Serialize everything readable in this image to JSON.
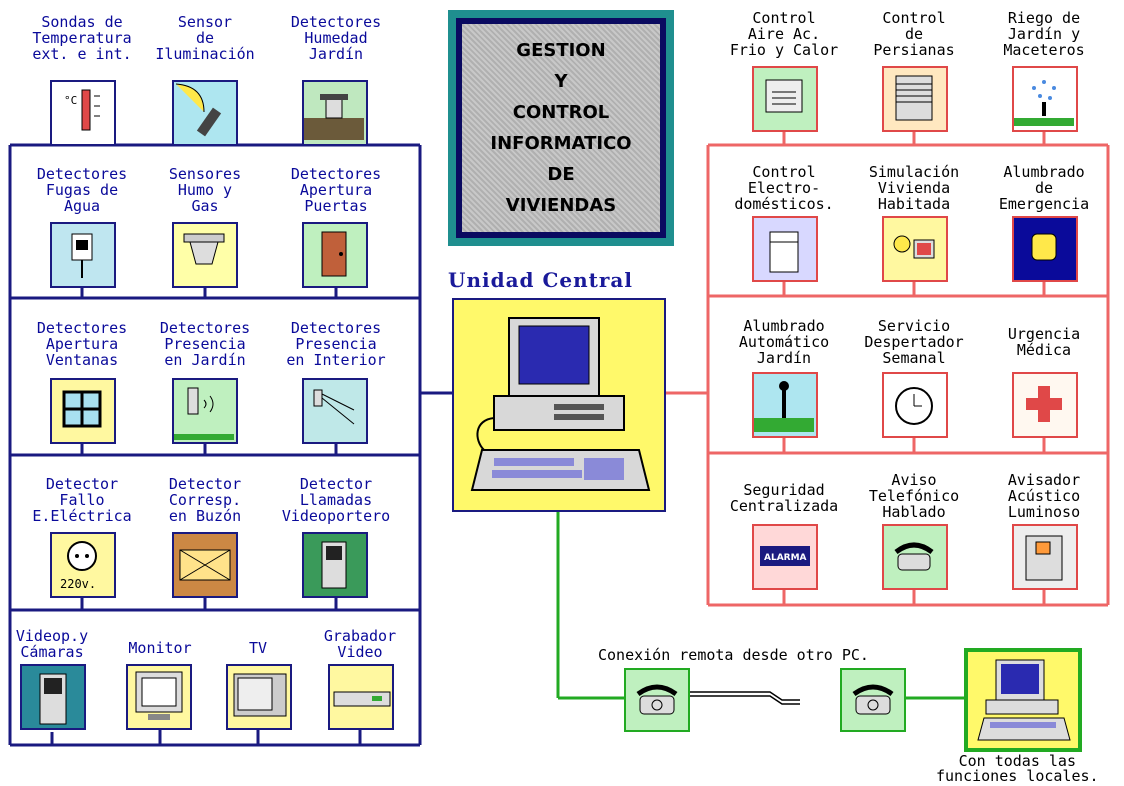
{
  "title": {
    "line1": "GESTION",
    "line2": "Y",
    "line3": "CONTROL",
    "line4": "INFORMATICO",
    "line5": "DE",
    "line6": "VIVIENDAS"
  },
  "central_label": "Unidad Central",
  "sensors": [
    {
      "id": "temp",
      "label": "Sondas de\nTemperatura\next. e int.",
      "icon": "thermometer-icon"
    },
    {
      "id": "light",
      "label": "Sensor\nde\nIluminación",
      "icon": "sun-sensor-icon"
    },
    {
      "id": "humidity",
      "label": "Detectores\nHumedad\nJardín",
      "icon": "humidity-probe-icon"
    },
    {
      "id": "leak",
      "label": "Detectores\nFugas de\nAgua",
      "icon": "water-leak-icon"
    },
    {
      "id": "smoke",
      "label": "Sensores\nHumo y\nGas",
      "icon": "smoke-detector-icon"
    },
    {
      "id": "door",
      "label": "Detectores\nApertura\nPuertas",
      "icon": "door-icon"
    },
    {
      "id": "window",
      "label": "Detectores\nApertura\nVentanas",
      "icon": "window-icon"
    },
    {
      "id": "garden",
      "label": "Detectores\nPresencia\nen Jardín",
      "icon": "motion-sensor-icon"
    },
    {
      "id": "interior",
      "label": "Detectores\nPresencia\nen Interior",
      "icon": "interior-sensor-icon"
    },
    {
      "id": "power",
      "label": "Detector\nFallo\nE.Eléctrica",
      "icon": "power-outlet-icon",
      "text": "220v."
    },
    {
      "id": "mail",
      "label": "Detector\nCorresp.\nen Buzón",
      "icon": "mailbox-icon"
    },
    {
      "id": "intercom",
      "label": "Detector\nLlamadas\nVideoportero",
      "icon": "intercom-icon"
    },
    {
      "id": "cams",
      "label": "Videop.y\nCámaras",
      "icon": "camera-intercom-icon"
    },
    {
      "id": "monitor",
      "label": "Monitor",
      "icon": "monitor-icon"
    },
    {
      "id": "tv",
      "label": "TV",
      "icon": "tv-icon"
    },
    {
      "id": "vcr",
      "label": "Grabador\nVideo",
      "icon": "vcr-icon"
    }
  ],
  "controls": [
    {
      "id": "ac",
      "label": "Control\nAire Ac.\nFrio y Calor",
      "icon": "air-conditioner-icon"
    },
    {
      "id": "blinds",
      "label": "Control\nde\nPersianas",
      "icon": "blinds-icon"
    },
    {
      "id": "irrigation",
      "label": "Riego de\nJardín y\nMaceteros",
      "icon": "sprinkler-icon"
    },
    {
      "id": "appliances",
      "label": "Control\nElectro-\ndomésticos.",
      "icon": "appliance-icon"
    },
    {
      "id": "simulation",
      "label": "Simulación\nVivienda\nHabitada",
      "icon": "lamp-tv-icon"
    },
    {
      "id": "emergency",
      "label": "Alumbrado\nde\nEmergencia",
      "icon": "emergency-light-icon"
    },
    {
      "id": "gardenlight",
      "label": "Alumbrado\nAutomático\nJardín",
      "icon": "street-lamp-icon"
    },
    {
      "id": "alarmclock",
      "label": "Servicio\nDespertador\nSemanal",
      "icon": "alarm-clock-icon"
    },
    {
      "id": "medical",
      "label": "Urgencia\nMédica",
      "icon": "medical-cross-icon"
    },
    {
      "id": "security",
      "label": "Seguridad\nCentralizada",
      "icon": "alarm-panel-icon",
      "text": "ALARMA"
    },
    {
      "id": "phone",
      "label": "Aviso\nTelefónico\nHablado",
      "icon": "telephone-icon"
    },
    {
      "id": "siren",
      "label": "Avisador\nAcústico\nLuminoso",
      "icon": "siren-icon"
    }
  ],
  "remote": {
    "label": "Conexión remota desde otro PC.",
    "footer": "Con todas las\nfunciones locales."
  },
  "colors": {
    "sensor_wire": "#1a1a80",
    "control_wire": "#ee6666",
    "remote_wire": "#22aa22",
    "central_bg": "#fff96a"
  }
}
